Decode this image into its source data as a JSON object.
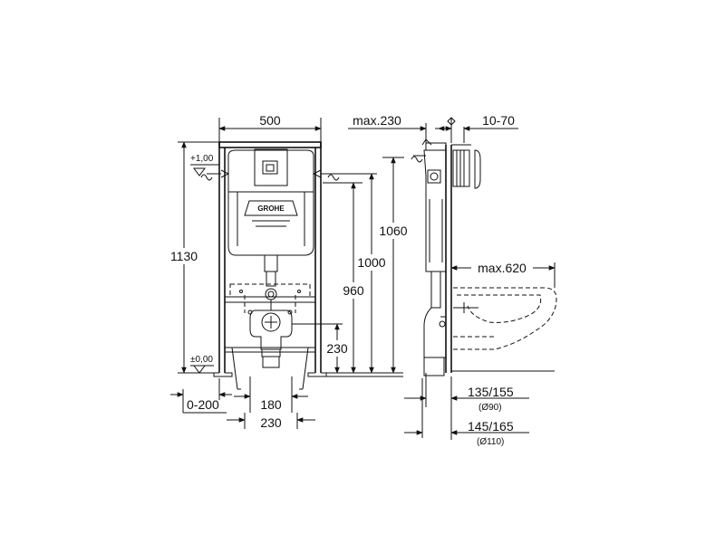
{
  "brand": {
    "logo_text": "GROHE"
  },
  "front_view": {
    "width": "500",
    "height_total": "1130",
    "level_top": "+1,00",
    "level_floor": "±0,00",
    "height_1060": "1060",
    "height_1000": "1000",
    "height_960": "960",
    "height_230": "230",
    "offset_range": "0-200",
    "spacing_180": "180",
    "spacing_230": "230"
  },
  "side_view": {
    "max_depth": "max.230",
    "wall_range": "10-70",
    "max_projection": "max.620",
    "dim_135_155": "135/155",
    "dim_90": "(Ø90)",
    "dim_145_165": "145/165",
    "dim_110": "(Ø110)"
  }
}
